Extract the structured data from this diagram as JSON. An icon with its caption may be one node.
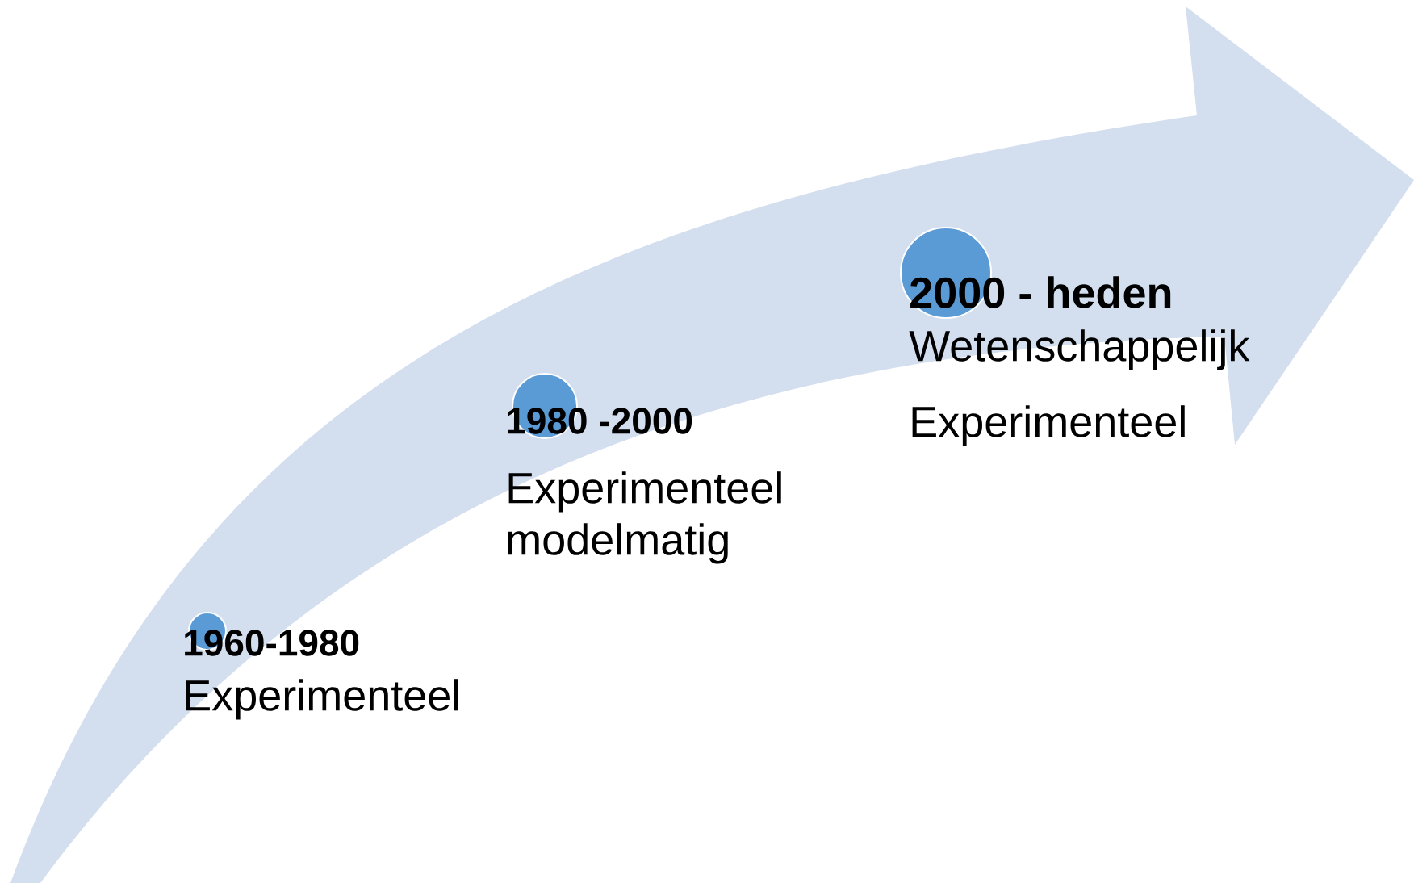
{
  "diagram": {
    "nodes": [
      {
        "text": [
          "1960-1980",
          "Experimenteel"
        ]
      },
      {
        "text": [
          "1980 -2000",
          "Experimenteel modelmatig"
        ]
      },
      {
        "text": [
          "2000 - heden",
          "Wetenschappelijk",
          "Experimenteel"
        ]
      }
    ]
  }
}
